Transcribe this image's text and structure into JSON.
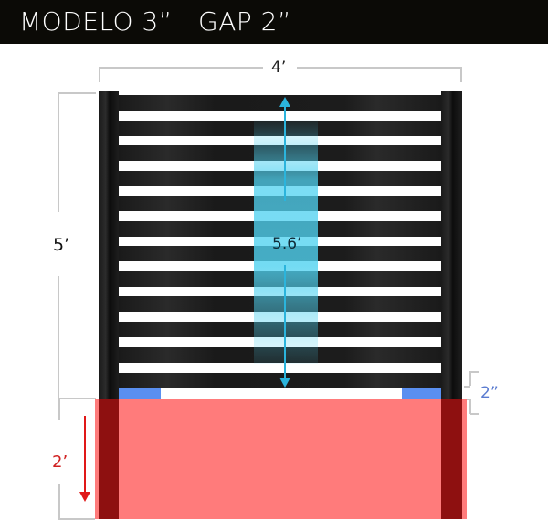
{
  "header": {
    "title": "MODELO 3”   GAP 2”"
  },
  "dimensions": {
    "width_label": "4’",
    "height_label": "5’",
    "slat_span_label": "5.6’",
    "ground_gap_label": "2”",
    "burial_depth_label": "2’"
  },
  "colors": {
    "header_bg": "#0b0a06",
    "slat": "#1a1a1a",
    "highlight_beam": "#50d2f0",
    "arrow_blue": "#2bb4dc",
    "ground_gap_blue": "#5a8ff0",
    "burial_red": "#ff7b7b",
    "burial_arrow": "#e01818",
    "dimension_line": "#c8c8c8"
  },
  "fence": {
    "slat_count": 12,
    "post_count": 2
  }
}
